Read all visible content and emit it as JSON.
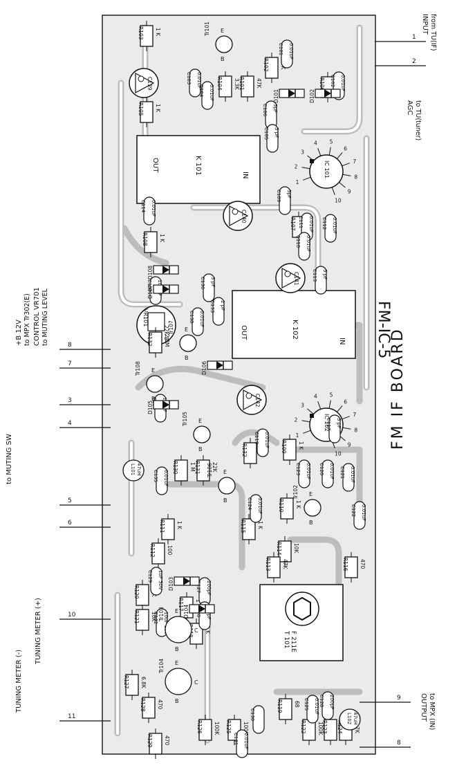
{
  "board_title": "FM IF BOARD",
  "board_marking": "FM-IC-5",
  "connectors": [
    {
      "pin": "1",
      "label": "INPUT",
      "sub": "from TU(IF)"
    },
    {
      "pin": "2",
      "label": "AGC",
      "sub": "to TU(tuner)"
    },
    {
      "pin": "8",
      "label": "+B 12V",
      "sub": "to MPX Tr302(E)"
    },
    {
      "pin": "7",
      "label": "CONTROL VR701",
      "sub": "to MUTING LEVEL"
    },
    {
      "pin": "3",
      "label": "",
      "sub": ""
    },
    {
      "pin": "4",
      "label": "",
      "sub": ""
    },
    {
      "pin": "5",
      "label": "to MUTING SW",
      "sub": ""
    },
    {
      "pin": "6",
      "label": "",
      "sub": ""
    },
    {
      "pin": "10",
      "label": "TUNING METER (+)",
      "sub": ""
    },
    {
      "pin": "11",
      "label": "TUNING METER (-)",
      "sub": ""
    },
    {
      "pin": "9",
      "label": "OUTPUT",
      "sub": "to MPX (IN)"
    },
    {
      "pin": "8",
      "label": "+B 12V",
      "sub": ""
    }
  ],
  "resistors": [
    {
      "ref": "R103",
      "val": "1 K"
    },
    {
      "ref": "R102",
      "val": "10K"
    },
    {
      "ref": "R104",
      "val": "3.3K"
    },
    {
      "ref": "R101",
      "val": "47K"
    },
    {
      "ref": "R105",
      "val": "1 K"
    },
    {
      "ref": "R106",
      "val": "100"
    },
    {
      "ref": "R107",
      "val": "1K"
    },
    {
      "ref": "R108",
      "val": "1 K"
    },
    {
      "ref": "R132",
      "val": "2.2M"
    },
    {
      "ref": "R130",
      "val": "1 M"
    },
    {
      "ref": "R131",
      "val": "22K"
    },
    {
      "ref": "R132",
      "val": "100"
    },
    {
      "ref": "R109",
      "val": "1 K"
    },
    {
      "ref": "R110",
      "val": "1 K"
    },
    {
      "ref": "R111",
      "val": "1 K"
    },
    {
      "ref": "R115",
      "val": "1 K"
    },
    {
      "ref": "R112",
      "val": "100"
    },
    {
      "ref": "R114",
      "val": "10K"
    },
    {
      "ref": "R113",
      "val": "47K"
    },
    {
      "ref": "R116",
      "val": "470"
    },
    {
      "ref": "R117",
      "val": "1 K"
    },
    {
      "ref": "R120",
      "val": "10K"
    },
    {
      "ref": "R121",
      "val": "10K"
    },
    {
      "ref": "R118",
      "val": "1 K"
    },
    {
      "ref": "R127",
      "val": "6.8K"
    },
    {
      "ref": "R128",
      "val": "470"
    },
    {
      "ref": "R126",
      "val": "100K"
    },
    {
      "ref": "R125",
      "val": "100K"
    },
    {
      "ref": "R119",
      "val": "68"
    },
    {
      "ref": "R122",
      "val": "100K"
    },
    {
      "ref": "R123",
      "val": "100K"
    },
    {
      "ref": "R124",
      "val": "4.7K"
    },
    {
      "ref": "R129",
      "val": "470"
    }
  ],
  "capacitors": [
    {
      "ref": "C101",
      "val": "0.01uF"
    },
    {
      "ref": "C102",
      "val": "0.01uF"
    },
    {
      "ref": "C103",
      "val": "0.01uF"
    },
    {
      "ref": "C104",
      "val": "0.01uF"
    },
    {
      "ref": "C106",
      "val": "5pF"
    },
    {
      "ref": "C105",
      "val": "5 pF"
    },
    {
      "ref": "C109",
      "val": "5pF"
    },
    {
      "ref": "C114",
      "val": "0.01uF"
    },
    {
      "ref": "C111",
      "val": "0.01uF"
    },
    {
      "ref": "C112",
      "val": "0.01uF"
    },
    {
      "ref": "C110",
      "val": "0.01uF"
    },
    {
      "ref": "C113",
      "val": "5 pF"
    },
    {
      "ref": "C137",
      "val": "100 pF"
    },
    {
      "ref": "C136",
      "val": "3 pF"
    },
    {
      "ref": "C138",
      "val": "0.01uF"
    },
    {
      "ref": "C133",
      "val": "2 pF"
    },
    {
      "ref": "C134",
      "val": "100pF"
    },
    {
      "ref": "C117",
      "val": "5 pF"
    },
    {
      "ref": "C119",
      "val": "0.01uF"
    },
    {
      "ref": "C135",
      "val": "0.01uF"
    },
    {
      "ref": "C123",
      "val": "0.01uF"
    },
    {
      "ref": "C120",
      "val": "0.01uF"
    },
    {
      "ref": "C121",
      "val": "0.01uF"
    },
    {
      "ref": "C124",
      "val": "0.01uF"
    },
    {
      "ref": "C122",
      "val": "0.01uF"
    },
    {
      "ref": "C129",
      "val": "1uF 50V"
    },
    {
      "ref": "C127",
      "val": "200pF"
    },
    {
      "ref": "C126",
      "val": "200pF"
    },
    {
      "ref": "C132",
      "val": "10uF 16V"
    },
    {
      "ref": "C130",
      "val": ""
    },
    {
      "ref": "C128",
      "val": "200pF"
    },
    {
      "ref": "C125",
      "val": "0.01uF"
    },
    {
      "ref": "C131",
      "val": "0.01uF"
    }
  ],
  "trimmers": [
    "C139",
    "C140",
    "C141",
    "C142"
  ],
  "diodes": [
    "D101",
    "D102",
    "D108",
    "D107",
    "D106",
    "D105",
    "D103",
    "D104"
  ],
  "transistors": [
    "Tr101",
    "Tr107",
    "Tr108",
    "Tr105",
    "Tr106",
    "Tr102",
    "Tr103",
    "Tr104"
  ],
  "ics": [
    {
      "ref": "IC 101",
      "pins": [
        "1",
        "2",
        "3",
        "4",
        "5",
        "6",
        "7",
        "8",
        "9",
        "10"
      ]
    },
    {
      "ref": "IC 102",
      "pins": [
        "1",
        "2",
        "3",
        "4",
        "5",
        "6",
        "7",
        "8",
        "9",
        "10"
      ]
    }
  ],
  "filters": [
    {
      "ref": "K 101",
      "out": "OUT",
      "in": "IN"
    },
    {
      "ref": "K 102",
      "out": "OUT",
      "in": "IN"
    }
  ],
  "inductors": [
    {
      "ref": "L101",
      "val": "47uH"
    },
    {
      "ref": "L102",
      "val": "47uH"
    }
  ],
  "vr": {
    "ref": "VR101",
    "val": "22K B"
  },
  "transformer": {
    "ref": "T 101",
    "model": "F 211E"
  },
  "pin_letters": {
    "e": "E",
    "b": "B",
    "c": "C"
  }
}
